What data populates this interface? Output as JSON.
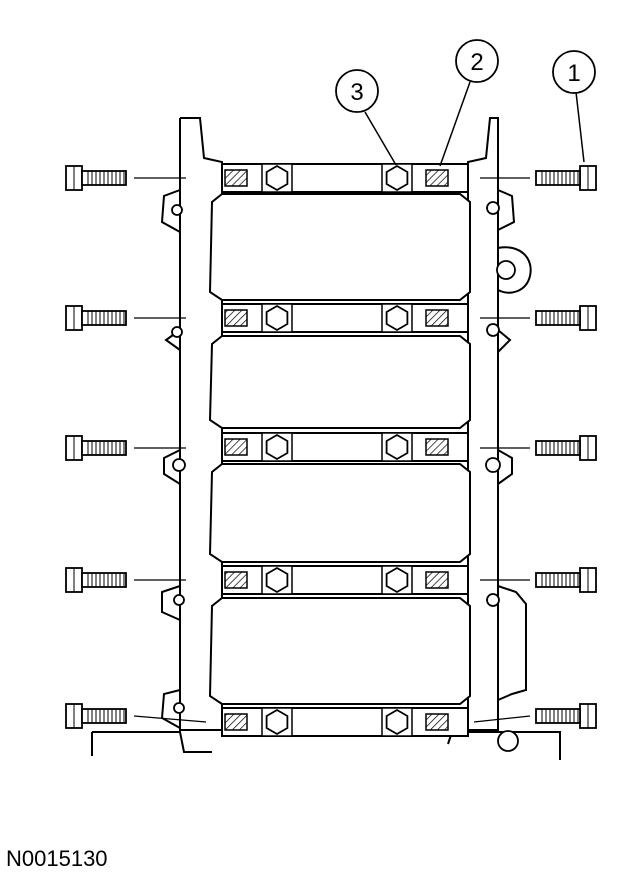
{
  "figure_id": "N0015130",
  "callouts": [
    {
      "label": "1"
    },
    {
      "label": "2"
    },
    {
      "label": "3"
    }
  ],
  "rows": 5
}
